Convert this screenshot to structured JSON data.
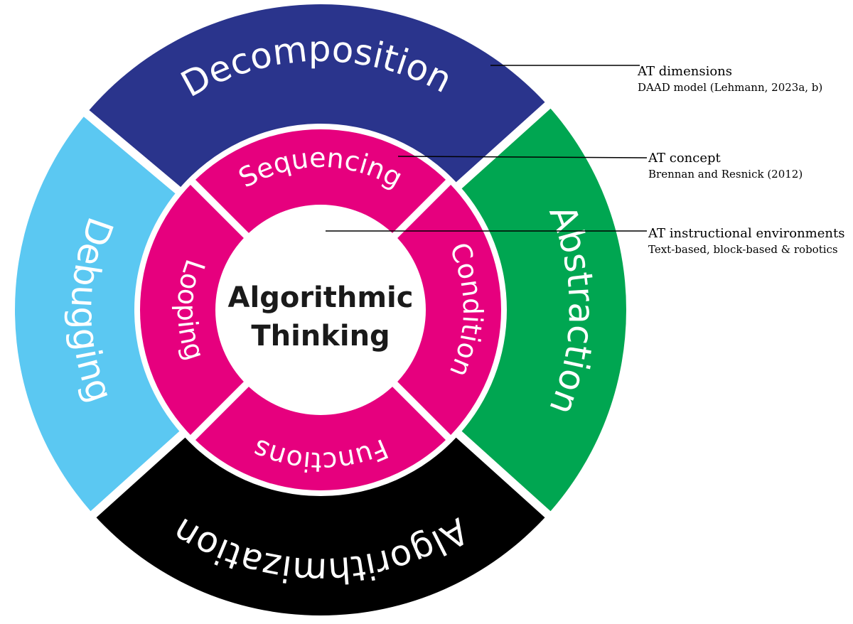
{
  "outer_ring": [
    {
      "label": "Decomposition",
      "color": "#2a348c"
    },
    {
      "label": "Abstraction",
      "color": "#00a651"
    },
    {
      "label": "Algorithmization",
      "color": "#000000"
    },
    {
      "label": "Debugging",
      "color": "#5bc8f2"
    }
  ],
  "inner_ring": [
    {
      "label": "Sequencing",
      "color": "#e6007e"
    },
    {
      "label": "Condition",
      "color": "#e6007e"
    },
    {
      "label": "Functions",
      "color": "#e6007e"
    },
    {
      "label": "Looping",
      "color": "#e6007e"
    }
  ],
  "center": {
    "line1": "Algorithmic",
    "line2": "Thinking",
    "color": "#ffffff"
  },
  "annotations": [
    {
      "title": "AT dimensions",
      "subtitle": "DAAD model (Lehmann, 2023a, b)"
    },
    {
      "title": "AT concept",
      "subtitle": "Brennan and Resnick (2012)"
    },
    {
      "title": "AT instructional environments",
      "subtitle": "Text-based, block-based & robotics"
    }
  ],
  "leader_line_color": "#000000"
}
